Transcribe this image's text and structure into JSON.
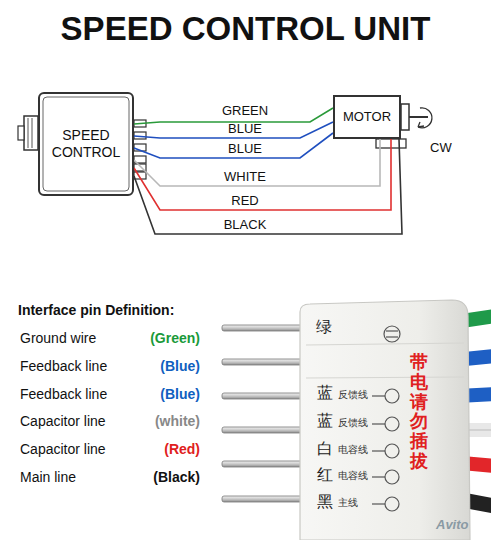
{
  "diagram": {
    "title": "SPEED CONTROL UNIT",
    "nodes": [
      {
        "text": [
          "SPEED CONTROL"
        ]
      },
      {
        "text": [
          "MOTOR"
        ]
      }
    ],
    "edges": [
      {
        "from": 0,
        "to": 1,
        "arrow": "none",
        "label": "GREEN"
      },
      {
        "from": 0,
        "to": 1,
        "arrow": "none",
        "label": "BLUE"
      },
      {
        "from": 0,
        "to": 1,
        "arrow": "none",
        "label": "BLUE"
      },
      {
        "from": 0,
        "to": 1,
        "arrow": "none",
        "label": "WHITE"
      },
      {
        "from": 0,
        "to": 1,
        "arrow": "none",
        "label": "RED"
      },
      {
        "from": 0,
        "to": 1,
        "arrow": "none",
        "label": "BLACK"
      }
    ],
    "labels": [
      "CW",
      "Interface pin Definition:",
      "Ground wire",
      "(Green)",
      "Feedback line",
      "(Blue)",
      "Feedback line",
      "(Blue)",
      "Capacitor line",
      "(white)",
      "Capacitor line",
      "(Red)",
      "Main line",
      "(Black)",
      "绿",
      "蓝",
      "反馈线",
      "蓝",
      "反馈线",
      "白",
      "电容线",
      "红",
      "电容线",
      "黑",
      "主线",
      "带电请勿插拔",
      "Avito"
    ]
  }
}
